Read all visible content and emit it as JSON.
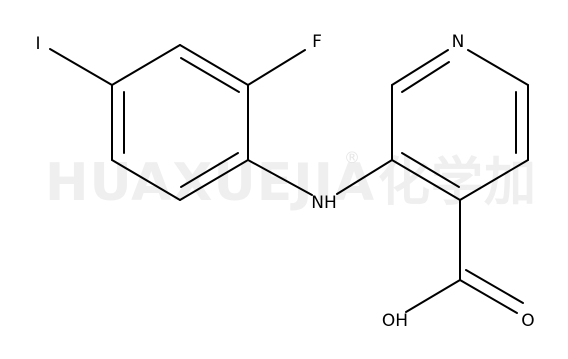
{
  "molecule": {
    "atoms": {
      "iodine": "I",
      "fluorine": "F",
      "nitrogen_ring": "N",
      "amine": "NH",
      "hydroxyl": "OH",
      "carbonyl_oxygen": "O"
    }
  },
  "watermark": {
    "latin": "HUAXUEJIA",
    "registered": "®",
    "chinese": "化学加"
  }
}
